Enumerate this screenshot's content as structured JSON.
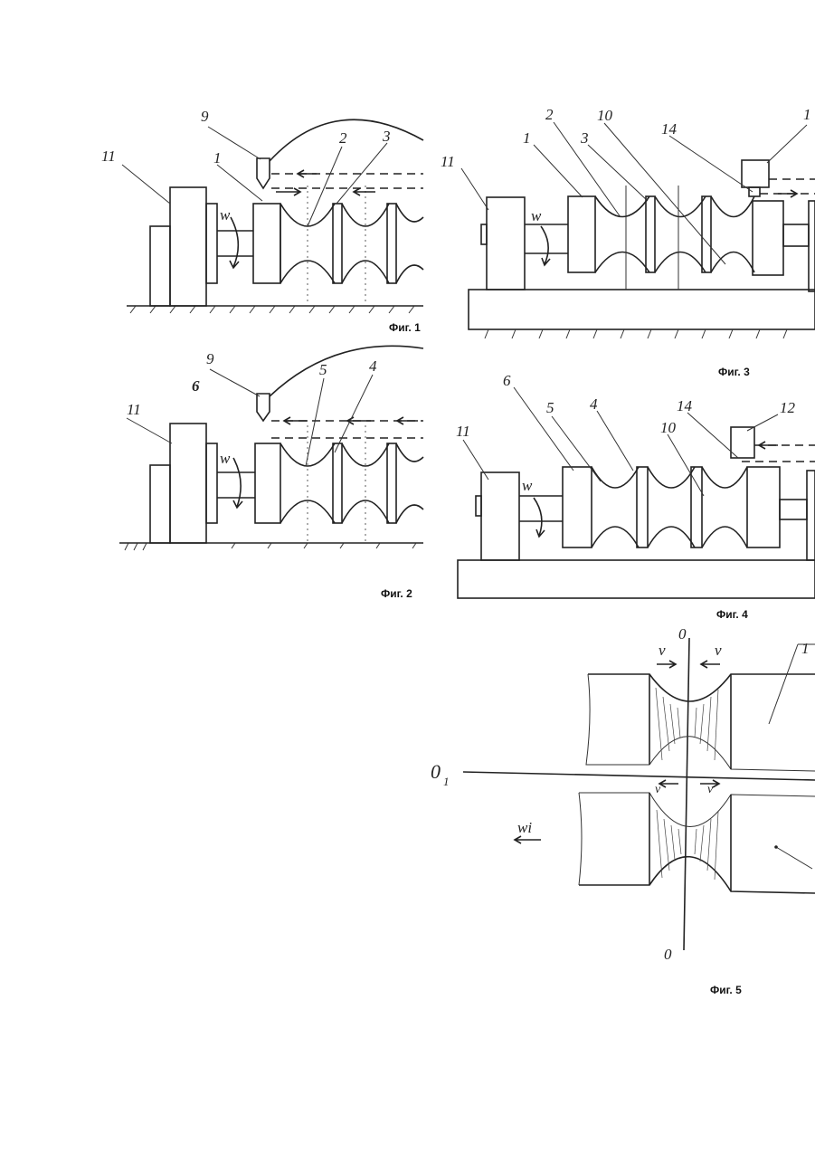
{
  "figures": [
    {
      "caption": "Фиг. 1",
      "labels": {
        "chuck": "11",
        "tool": "9",
        "blank": "1",
        "groove_a": "2",
        "groove_b": "3",
        "rotation": "w"
      }
    },
    {
      "caption": "Фиг. 2",
      "labels": {
        "chuck": "11",
        "tool": "9",
        "section_mark": "6",
        "groove_a": "5",
        "groove_b": "4",
        "rotation": "w"
      }
    },
    {
      "caption": "Фиг. 3",
      "labels": {
        "chuck": "11",
        "blank": "1",
        "groove_a": "2",
        "groove_b": "3",
        "zone": "10",
        "tool_tip": "14",
        "tool_head": "1",
        "rotation": "w"
      }
    },
    {
      "caption": "Фиг. 4",
      "labels": {
        "chuck": "11",
        "section": "6",
        "groove_a": "5",
        "groove_b": "4",
        "zone": "10",
        "tool_tip": "14",
        "tool_head": "12",
        "rotation": "w"
      }
    },
    {
      "caption": "Фиг. 5",
      "labels": {
        "axis_top": "0",
        "axis_bottom": "0",
        "axis_side": "0",
        "axis_side_sub": "1",
        "velocity_a": "v",
        "velocity_b": "v",
        "velocity_c": "v",
        "velocity_d": "v",
        "feed": "wi",
        "part_ref": "1"
      }
    }
  ]
}
